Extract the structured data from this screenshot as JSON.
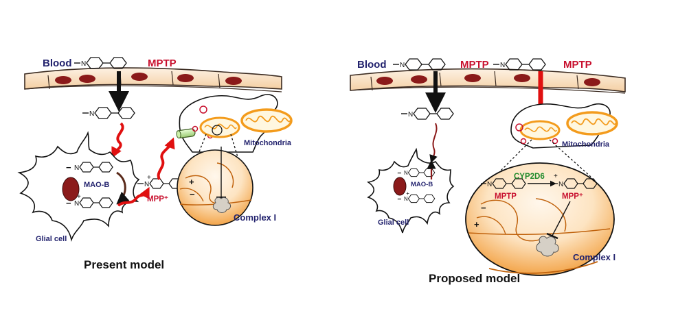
{
  "left_panel": {
    "blood_label": "Blood",
    "mptp_label": "MPTP",
    "mao_label": "MAO-B",
    "mpp_label": "MPP⁺",
    "glial_label": "Glial cell",
    "mito_label": "Mitochondria",
    "complex_label": "Complex I",
    "title": "Present model"
  },
  "right_panel": {
    "blood_label": "Blood",
    "mptp_label_1": "MPTP",
    "mptp_label_2": "MPTP",
    "mao_label": "MAO-B",
    "glial_label": "Glial cell",
    "mito_label": "Mitochondria",
    "cyp_label": "CYP2D6",
    "mptp_inner_label": "MPTP",
    "mpp_inner_label": "MPP⁺",
    "complex_label": "Complex I",
    "title": "Proposed model"
  },
  "symbols": {
    "nitrogen": "N",
    "plus": "+",
    "minus": "−"
  },
  "colors": {
    "blood_text": "#23236e",
    "drug_text": "#c8102e",
    "enzyme_text": "#1f8a2a",
    "arrow_red": "#e01010",
    "arrow_black": "#111111",
    "rbc": "#8b1a1a",
    "mito_orange": "#f39b1c",
    "vessel_fill": "#fbe3c6"
  }
}
